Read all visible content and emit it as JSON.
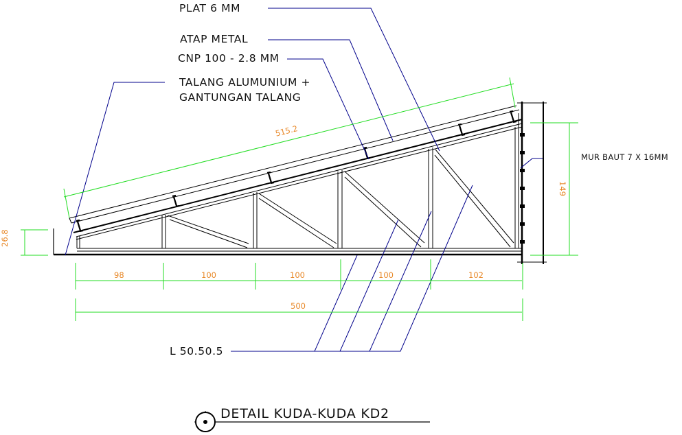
{
  "drawing": {
    "title": "DETAIL KUDA-KUDA KD2",
    "colors": {
      "structure": "#000000",
      "leader": "#00008b",
      "dimension_line": "#22dd22",
      "dimension_text": "#e8892a",
      "background": "#ffffff"
    }
  },
  "labels": {
    "plat": "PLAT 6 MM",
    "atap": "ATAP METAL",
    "cnp": "CNP 100 - 2.8 MM",
    "talang_line1": "TALANG ALUMUNIUM +",
    "talang_line2": "GANTUNGAN TALANG",
    "mur_baut": "MUR BAUT 7 X 16MM",
    "siku": "L 50.50.5"
  },
  "dimensions": {
    "rafter_length": "515.2",
    "left_height": "26.8",
    "right_height": "149",
    "bays": [
      "98",
      "100",
      "100",
      "100",
      "102"
    ],
    "total_span": "500"
  }
}
